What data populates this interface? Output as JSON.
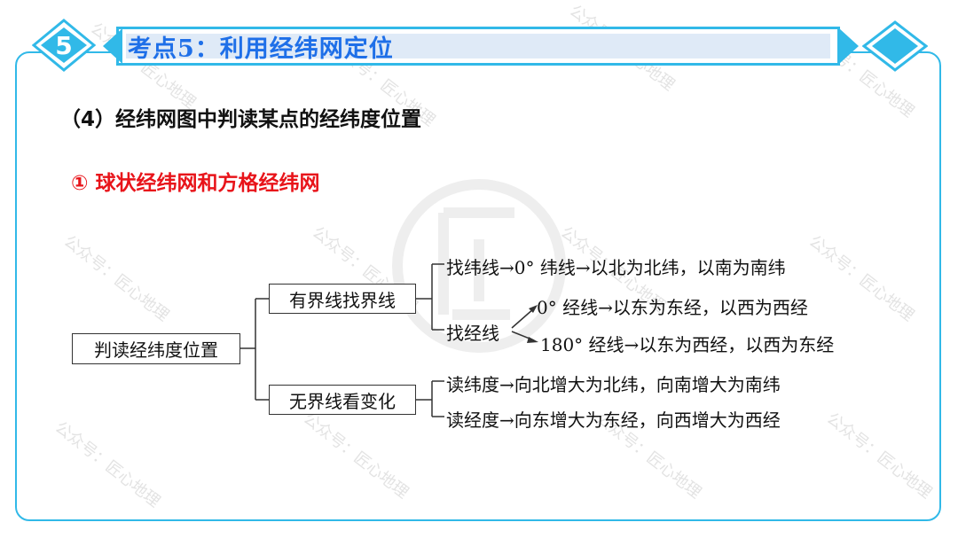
{
  "banner": {
    "number": "5",
    "title": "考点5：利用经纬网定位"
  },
  "heading": "（4）经纬网图中判读某点的经纬度位置",
  "subheading": "① 球状经纬网和方格经纬网",
  "diagram": {
    "root": "判读经纬度位置",
    "branch_bordered": "有界线找界线",
    "branch_borderless": "无界线看变化",
    "find_lat": "找纬线→0° 纬线→以北为北纬，以南为南纬",
    "find_lon_label": "找经线",
    "lon_zero": "0° 经线→以东为东经，以西为西经",
    "lon_180": "180° 经线→以东为西经，以西为东经",
    "read_lat": "读纬度→向北增大为北纬，向南增大为南纬",
    "read_lon": "读经度→向东增大为东经，向西增大为西经"
  },
  "watermark": "公众号：匠心地理",
  "colors": {
    "accent": "#31b9e8",
    "title_blue": "#1e6fe8",
    "highlight_red": "#e8141a",
    "banner_fill": "#dfeaf7"
  }
}
